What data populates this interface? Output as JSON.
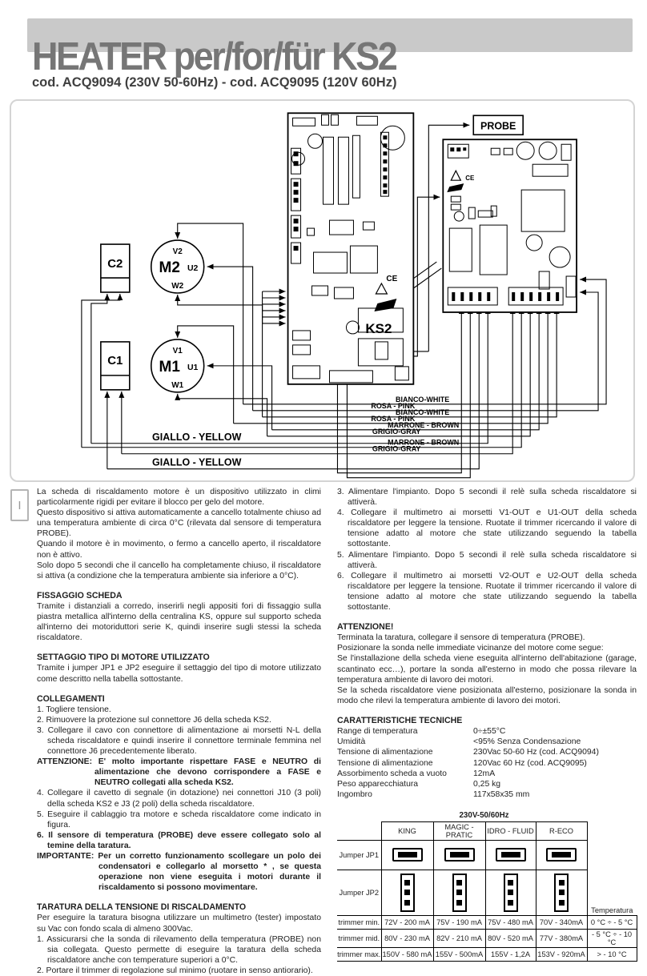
{
  "header": {
    "title": "HEATER per/for/für KS2",
    "subtitle": "cod. ACQ9094 (230V 50-60Hz) - cod. ACQ9095 (120V 60Hz)"
  },
  "lang_badge": "I",
  "diagram": {
    "probe": "PROBE",
    "board": "KS2",
    "ce": "CE",
    "m1": "M1",
    "m2": "M2",
    "c1": "C1",
    "c2": "C2",
    "v1": "V1",
    "u1": "U1",
    "w1": "W1",
    "v2": "V2",
    "u2": "U2",
    "w2": "W2",
    "giallo": "GIALLO - YELLOW",
    "wire_labels": [
      "BIANCO-WHITE",
      "ROSA - PINK",
      "BIANCO-WHITE",
      "ROSA - PINK",
      "MARRONE - BROWN",
      "GRIGIO-GRAY",
      "MARRONE - BROWN",
      "GRIGIO-GRAY"
    ]
  },
  "left_column": {
    "intro": [
      "La scheda di riscaldamento motore è un dispositivo utilizzato in climi particolarmente rigidi per evitare il blocco per gelo del motore.",
      "Questo dispositivo si attiva automaticamente a cancello totalmente chiuso ad una temperatura ambiente di circa 0°C (rilevata dal sensore di temperatura PROBE).",
      "Quando il motore è in movimento, o fermo a cancello aperto, il riscaldatore non è attivo.",
      "Solo dopo 5 secondi che il cancello ha completamente chiuso, il riscaldatore si attiva (a condizione che la temperatura ambiente sia inferiore a 0°C)."
    ],
    "fissaggio": {
      "title": "FISSAGGIO SCHEDA",
      "body": "Tramite i distanziali a corredo, inserirli negli appositi fori di fissaggio sulla piastra metallica all'interno della centralina KS, oppure sul supporto scheda all'interno dei motoriduttori serie K, quindi inserire sugli stessi la scheda riscaldatore."
    },
    "settaggio": {
      "title": "SETTAGGIO TIPO DI MOTORE UTILIZZATO",
      "body": "Tramite i jumper JP1 e JP2 eseguire il settaggio del tipo di motore utilizzato come descritto nella tabella sottostante."
    },
    "collegamenti": {
      "title": "COLLEGAMENTI",
      "item1": "1. Togliere tensione.",
      "item2": "2. Rimuovere la protezione sul connettore J6 della scheda KS2.",
      "item3": "3. Collegare il cavo con connettore di alimentazione ai morsetti N-L della scheda riscaldatore e quindi inserire il connettore terminale femmina nel connettore J6 precedentemente liberato.",
      "attenzione": "ATTENZIONE: E' molto importante rispettare FASE e NEUTRO di alimentazione che devono corrispondere a FASE e NEUTRO collegati alla scheda KS2.",
      "item4": "4. Collegare il cavetto di segnale (in dotazione) nei connettori J10 (3 poli) della scheda KS2 e J3 (2 poli) della scheda riscaldatore.",
      "item5": "5. Eseguire il cablaggio tra motore e scheda riscaldatore come indicato in figura.",
      "item6": "6. Il sensore di temperatura (PROBE) deve essere collegato solo al temine della taratura.",
      "importante": "IMPORTANTE: Per un corretto funzionamento scollegare un polo dei condensatori e collegarlo al morsetto * , se questa operazione non viene eseguita i motori durante il riscaldamento si possono movimentare."
    },
    "taratura": {
      "title": "TARATURA DELLA TENSIONE DI RISCALDAMENTO",
      "body": "Per eseguire la taratura bisogna utilizzare un multimetro (tester) impostato su Vac con fondo scala di almeno 300Vac.",
      "item1": "1. Assicurarsi che la sonda di rilevamento della temperatura (PROBE) non sia collegata. Questo permette di eseguire la taratura della scheda riscaldatore anche con temperature superiori a 0°C.",
      "item2": "2. Portare il trimmer di regolazione sul minimo (ruotare in senso antiorario)."
    }
  },
  "right_column": {
    "steps": [
      "3. Alimentare l'impianto. Dopo 5 secondi il relè sulla scheda riscaldatore si attiverà.",
      "4. Collegare il multimetro ai morsetti V1-OUT e U1-OUT della scheda riscaldatore per leggere la tensione. Ruotate il trimmer ricercando il valore di tensione adatto al motore che state utilizzando seguendo la tabella sottostante.",
      "5. Alimentare l'impianto. Dopo 5 secondi il relè sulla scheda riscaldatore si attiverà.",
      "6. Collegare il multimetro ai morsetti V2-OUT e U2-OUT della scheda riscaldatore per leggere la tensione. Ruotate il trimmer ricercando il valore di tensione adatto al motore che state utilizzando seguendo la tabella sottostante."
    ],
    "attenzione": {
      "title": "ATTENZIONE!",
      "line1": "Terminata la taratura, collegare il sensore di temperatura (PROBE).",
      "line2": "Posizionare la sonda nelle immediate vicinanze del motore come segue:",
      "line3": "Se l'installazione della scheda viene eseguita all'interno dell'abitazione (garage, scantinato ecc…), portare la sonda all'esterno in modo che possa rilevare la temperatura ambiente di lavoro dei motori.",
      "line4": "Se la scheda riscaldatore viene posizionata all'esterno, posizionare la sonda in modo che rilevi la temperatura ambiente di lavoro dei motori."
    },
    "specs": {
      "title": "CARATTERISTICHE TECNICHE",
      "rows": [
        {
          "label": "Range di temperatura",
          "value": "0÷±55°C"
        },
        {
          "label": "Umidità",
          "value": "<95% Senza Condensazione"
        },
        {
          "label": "Tensione di alimentazione",
          "value": "230Vac 50-60 Hz (cod. ACQ9094)"
        },
        {
          "label": "Tensione di alimentazione",
          "value": "120Vac 60 Hz (cod. ACQ9095)"
        },
        {
          "label": "Assorbimento scheda a vuoto",
          "value": "12mA"
        },
        {
          "label": "Peso apparecchiatura",
          "value": "0,25 kg"
        },
        {
          "label": "Ingombro",
          "value": "117x58x35 mm"
        }
      ]
    }
  },
  "table": {
    "title": "230V-50/60Hz",
    "motor_columns": [
      "KING",
      "MAGIC - PRATIC",
      "IDRO - FLUID",
      "R-ECO"
    ],
    "jp1_label": "Jumper JP1",
    "jp2_label": "Jumper JP2",
    "temp_header": "Temperatura",
    "rows": [
      {
        "label": "trimmer min.",
        "values": [
          "72V - 200 mA",
          "75V - 190 mA",
          "75V - 480 mA",
          "70V - 340mA"
        ],
        "temp": "0 °C ÷ - 5 °C"
      },
      {
        "label": "trimmer mid.",
        "values": [
          "80V - 230 mA",
          "82V - 210 mA",
          "80V - 520 mA",
          "77V - 380mA"
        ],
        "temp": "- 5 °C ÷ - 10 °C"
      },
      {
        "label": "trimmer max.",
        "values": [
          "150V - 580 mA",
          "155V - 500mA",
          "155V - 1,2A",
          "153V - 920mA"
        ],
        "temp": "> - 10 °C"
      }
    ]
  }
}
